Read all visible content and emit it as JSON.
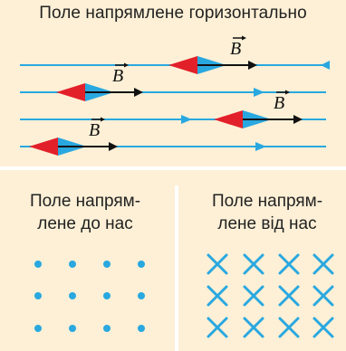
{
  "top_panel": {
    "title": "Поле напрямлене горизонтально",
    "vector_label": "B"
  },
  "bottom_left": {
    "caption_line1": "Поле напрям-",
    "caption_line2": "лене до нас",
    "symbol": "dot"
  },
  "bottom_right": {
    "caption_line1": "Поле напрям-",
    "caption_line2": "лене від нас",
    "symbol": "cross"
  },
  "colors": {
    "background": "#fdf0d6",
    "field_line": "#29a8e0",
    "needle_north": "#e2202a",
    "needle_south": "#29a8e0",
    "vector": "#111111",
    "divider": "#ffffff"
  }
}
